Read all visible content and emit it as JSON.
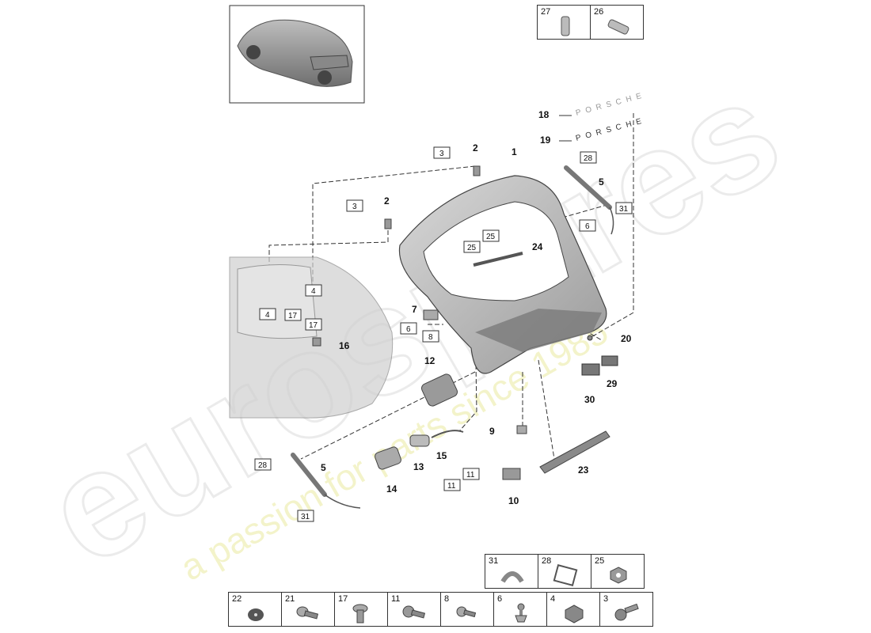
{
  "watermark": {
    "brand": "eurospares",
    "tagline": "a passion for parts since 1985"
  },
  "emblems": {
    "upper": "PORSCHE",
    "lower": "PORSCHE"
  },
  "callouts": {
    "c1": "1",
    "c2a": "2",
    "c2b": "2",
    "c5a": "5",
    "c5b": "5",
    "c7": "7",
    "c9": "9",
    "c10": "10",
    "c12": "12",
    "c13": "13",
    "c14": "14",
    "c15": "15",
    "c16": "16",
    "c18": "18",
    "c19": "19",
    "c20": "20",
    "c23": "23",
    "c24": "24",
    "c29": "29",
    "c30": "30"
  },
  "boxed_refs": {
    "b3a": "3",
    "b3b": "3",
    "b4a": "4",
    "b4b": "4",
    "b6a": "6",
    "b6b": "6",
    "b8": "8",
    "b11a": "11",
    "b11b": "11",
    "b17a": "17",
    "b17b": "17",
    "b25a": "25",
    "b25b": "25",
    "b28a": "28",
    "b28b": "28",
    "b31a": "31",
    "b31b": "31"
  },
  "legend_top": [
    "27",
    "26"
  ],
  "legend_row1": [
    "31",
    "28",
    "25"
  ],
  "legend_row2": [
    "22",
    "21",
    "17",
    "11",
    "8",
    "6",
    "4",
    "3"
  ]
}
